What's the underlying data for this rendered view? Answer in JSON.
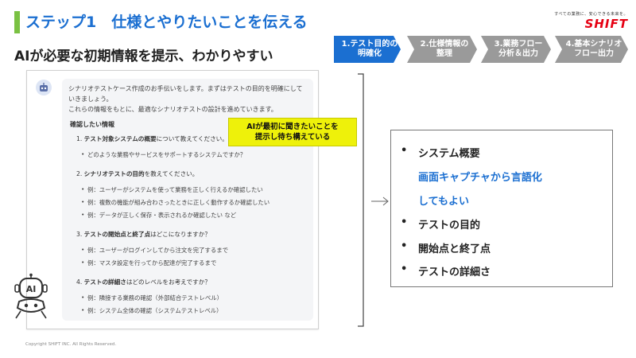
{
  "header": {
    "title": "ステップ1　仕様とやりたいことを伝える",
    "subtitle": "AIが必要な初期情報を提示、わかりやすい"
  },
  "logo": {
    "tagline": "すべての業務に、安心できる未来を。",
    "text": "SHIFT",
    "color": "#e60012"
  },
  "steps": [
    {
      "label": "1.テスト目的の\n明確化",
      "state": "active"
    },
    {
      "label": "2.仕様情報の\n整理",
      "state": "inactive"
    },
    {
      "label": "3.業務フロー\n分析＆出力",
      "state": "inactive"
    },
    {
      "label": "4.基本シナリオ\nフロー出力",
      "state": "inactive"
    }
  ],
  "chat": {
    "intro_line1": "シナリオテストケース作成のお手伝いをします。まずはテストの目的を明確にしていきましょう。",
    "intro_line2": "これらの情報をもとに、最適なシナリオテストの設計を進めていきます。",
    "section_heading": "確認したい情報",
    "questions": [
      {
        "prefix": "1. ",
        "bold": "テスト対象システムの概要",
        "suffix": "について教えてください。",
        "bullets": [
          "どのような業務やサービスをサポートするシステムですか？"
        ]
      },
      {
        "prefix": "2. ",
        "bold": "シナリオテストの目的",
        "suffix": "を教えてください。",
        "bullets": [
          "例：ユーザーがシステムを使って業務を正しく行えるか確認したい",
          "例：複数の機能が組み合わさったときに正しく動作するか確認したい",
          "例：データが正しく保存・表示されるか確認したい など"
        ]
      },
      {
        "prefix": "3. ",
        "bold": "テストの開始点と終了点",
        "suffix": "はどこになりますか？",
        "bullets": [
          "例：ユーザーがログインしてから注文を完了するまで",
          "例：マスタ設定を行ってから配達が完了するまで"
        ]
      },
      {
        "prefix": "4. ",
        "bold": "テストの詳細さ",
        "suffix": "はどのレベルをお考えですか？",
        "bullets": [
          "例：隣接する業務の確認（外部結合テストレベル）",
          "例：システム全体の確認（システムテストレベル）"
        ]
      }
    ]
  },
  "callout": {
    "text": "AIが最初に聞きたいことを\n提示し待ち構えている",
    "color": "#eef10a"
  },
  "robot_label": "AI",
  "summary": {
    "items": [
      {
        "bullet": "•",
        "text": "システム概要",
        "style": "normal"
      },
      {
        "bullet": "",
        "text": "画面キャプチャから言語化",
        "style": "blue"
      },
      {
        "bullet": "",
        "text": "してもよい",
        "style": "blue"
      },
      {
        "bullet": "•",
        "text": "テストの目的",
        "style": "normal"
      },
      {
        "bullet": "•",
        "text": "開始点と終了点",
        "style": "normal"
      },
      {
        "bullet": "•",
        "text": "テストの詳細さ",
        "style": "normal"
      }
    ]
  },
  "footer": {
    "copyright": "Copyright SHIFT INC. All Rights Reserved."
  },
  "colors": {
    "accent_blue": "#1b6fd1",
    "accent_green": "#7ac143",
    "step_inactive": "#9a9a9a"
  }
}
